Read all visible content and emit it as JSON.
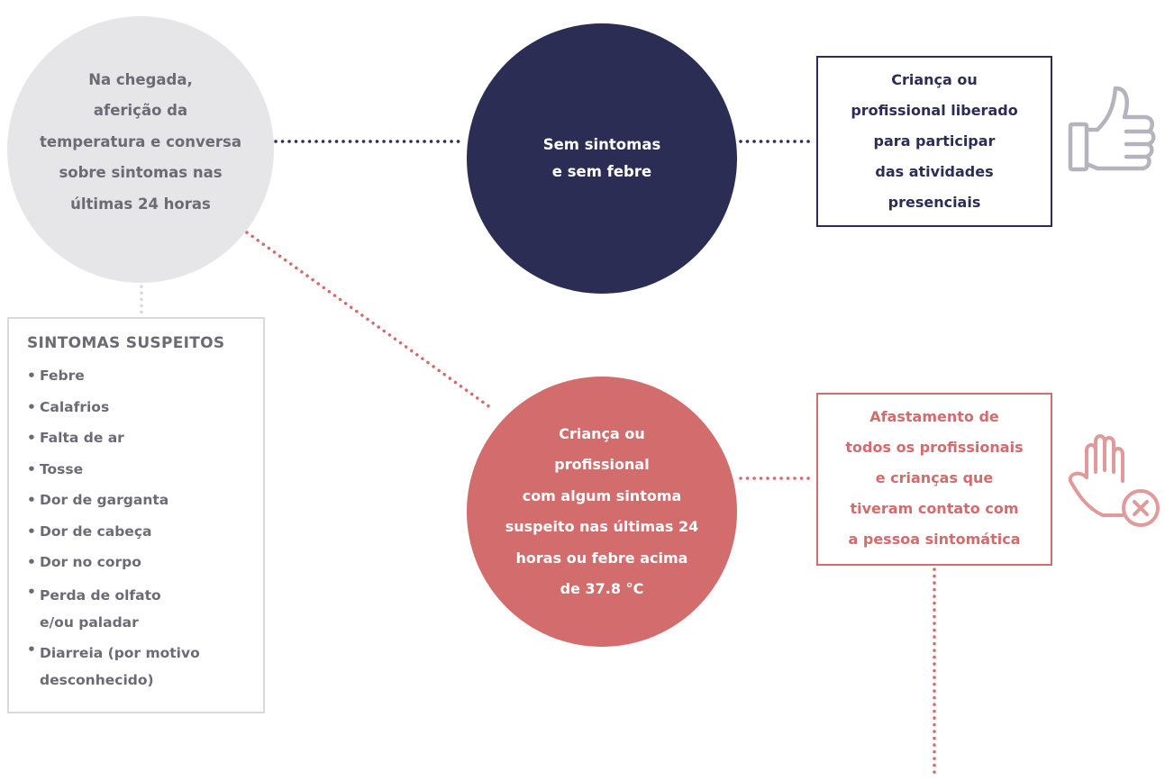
{
  "nodes": {
    "arrival": "Na chegada,\naferição da\ntemperatura e conversa\nsobre sintomas nas\núltimas 24 horas",
    "no_symptoms": "Sem sintomas\ne sem febre",
    "released": "Criança ou\nprofissional liberado\npara participar\ndas atividades\npresenciais",
    "suspect": "Criança ou\nprofissional\ncom algum sintoma\nsuspeito nas últimas 24\nhoras ou febre acima\nde 37.8 °C",
    "isolate": "Afastamento de\ntodos os profissionais\ne crianças que\ntiveram contato com\na pessoa sintomática"
  },
  "symptoms": {
    "title": "SINTOMAS SUSPEITOS",
    "items": [
      "Febre",
      "Calafrios",
      "Falta de ar",
      "Tosse",
      "Dor de garganta",
      "Dor de cabeça",
      "Dor no corpo",
      "Perda de olfato\ne/ou paladar",
      "Diarreia (por motivo\ndesconhecido)"
    ]
  },
  "icons": {
    "released": "thumbs-up-icon",
    "isolate": "stop-hand-x-icon"
  },
  "colors": {
    "navy": "#2b2d55",
    "coral": "#d36c6c",
    "light_gray": "#e6e6e8",
    "text_gray": "#6c6a74",
    "icon_gray": "#b5b3bd",
    "icon_coral": "#e09a9a"
  }
}
